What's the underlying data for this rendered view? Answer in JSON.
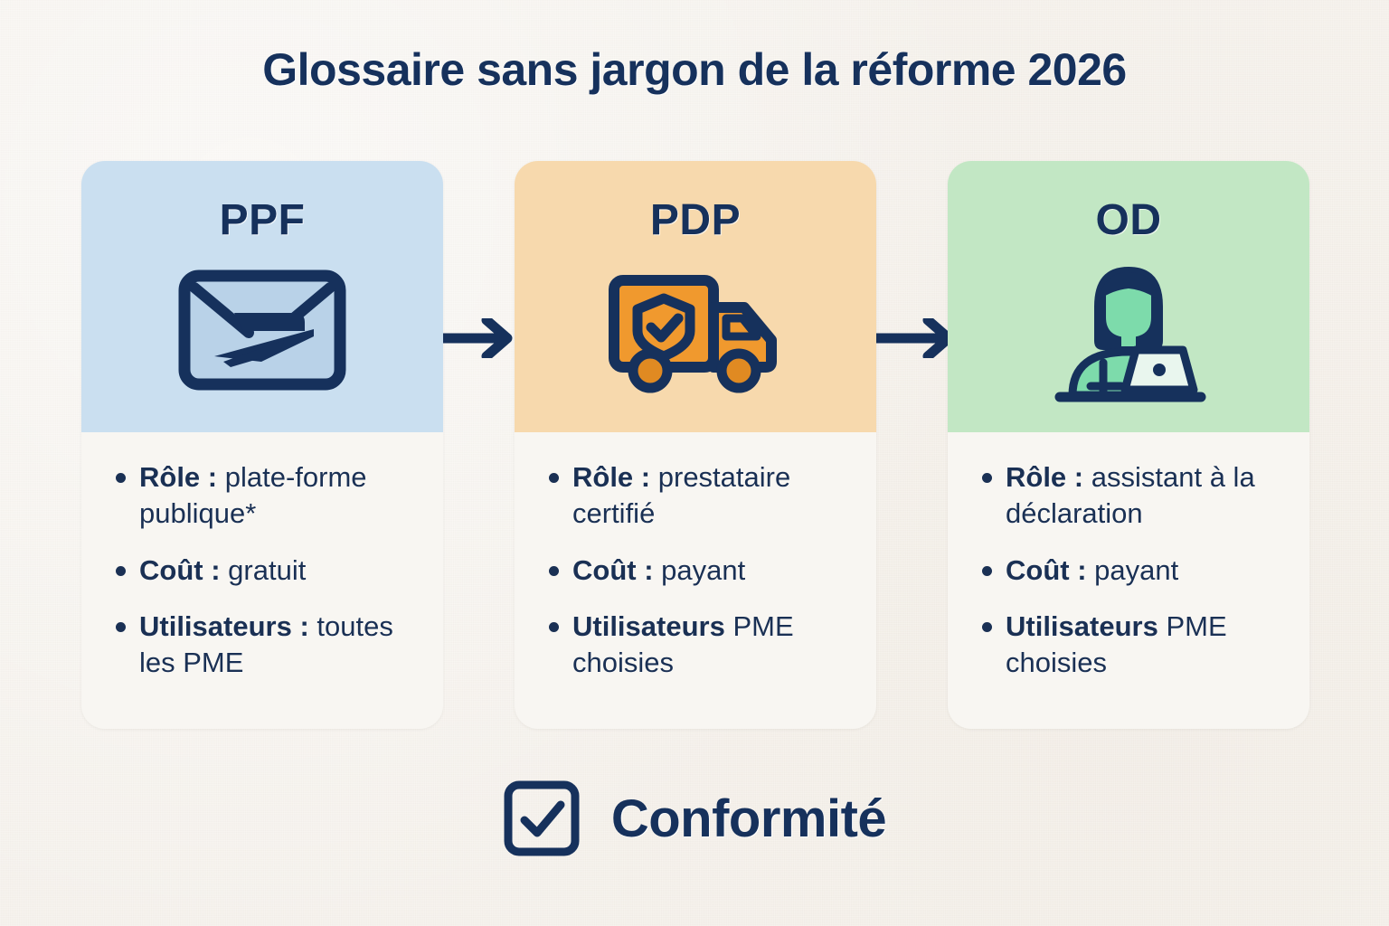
{
  "title": "Glossaire sans jargon de la réforme 2026",
  "colors": {
    "background": "#f4f0ea",
    "navy": "#16315c",
    "card_ppf_header": "#cadff0",
    "card_pdp_header": "#f7d9ad",
    "card_od_header": "#c2e7c4",
    "card_body": "#f8f6f2",
    "truck_orange": "#f0992e",
    "person_green": "#7ddbab"
  },
  "cards": [
    {
      "title": "PPF",
      "icon": "envelope-mail-icon",
      "header_color": "#cadff0",
      "bullets": [
        {
          "key": "Rôle :",
          "value": "plate-forme publique*"
        },
        {
          "key": "Coût :",
          "value": "gratuit"
        },
        {
          "key": "Utilisateurs :",
          "value": "toutes les PME"
        }
      ]
    },
    {
      "title": "PDP",
      "icon": "delivery-truck-shield-icon",
      "header_color": "#f7d9ad",
      "bullets": [
        {
          "key": "Rôle :",
          "value": "prestataire certifié"
        },
        {
          "key": "Coût :",
          "value": "payant"
        },
        {
          "key": "Utilisateurs",
          "value": "PME choisies"
        }
      ]
    },
    {
      "title": "OD",
      "icon": "person-laptop-icon",
      "header_color": "#c2e7c4",
      "bullets": [
        {
          "key": "Rôle :",
          "value": "assistant à la déclaration"
        },
        {
          "key": "Coût :",
          "value": "payant"
        },
        {
          "key": "Utilisateurs",
          "value": "PME choisies"
        }
      ]
    }
  ],
  "arrows": [
    {
      "name": "arrow-ppf-to-pdp",
      "direction": "right"
    },
    {
      "name": "arrow-pdp-to-od",
      "direction": "right"
    }
  ],
  "footer": {
    "icon": "checkbox-checked-icon",
    "label": "Conformité"
  }
}
